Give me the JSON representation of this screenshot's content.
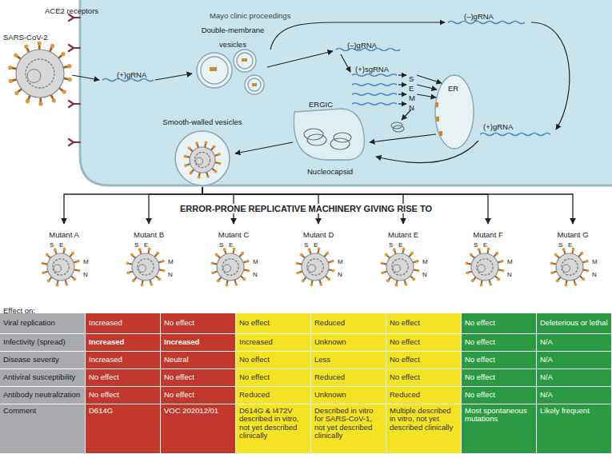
{
  "diagram": {
    "nodes": [
      {
        "text": [
          "Smooth-walled vesicles"
        ]
      },
      {
        "text": [
          "Mutant A",
          "S",
          "E",
          "M",
          "N"
        ]
      },
      {
        "text": [
          "Mutant B",
          "S",
          "E",
          "M",
          "N"
        ]
      },
      {
        "text": [
          "Mutant C",
          "S",
          "E",
          "M",
          "N"
        ]
      },
      {
        "text": [
          "Mutant D",
          "S",
          "E",
          "M",
          "N"
        ]
      },
      {
        "text": [
          "Mutant E",
          "S",
          "E",
          "M",
          "N"
        ]
      },
      {
        "text": [
          "Mutant F",
          "S",
          "E",
          "M",
          "N"
        ]
      },
      {
        "text": [
          "Mutant G",
          "S",
          "E",
          "M",
          "N"
        ]
      }
    ],
    "edges": [
      {
        "from": 0,
        "to": 1,
        "arrow": "to"
      },
      {
        "from": 0,
        "to": 2,
        "arrow": "to"
      },
      {
        "from": 0,
        "to": 3,
        "arrow": "to"
      },
      {
        "from": 0,
        "to": 4,
        "arrow": "to"
      },
      {
        "from": 0,
        "to": 5,
        "arrow": "to"
      },
      {
        "from": 0,
        "to": 6,
        "arrow": "to"
      },
      {
        "from": 0,
        "to": 7,
        "arrow": "to"
      }
    ],
    "labels": [
      "SARS-CoV-2",
      "ACE2 receptors",
      "Mayo clinic proceedings",
      "Double-membrane vesicles",
      "(–)gRNA",
      "(–)gRNA",
      "(+)gRNA",
      "(+)sgRNA",
      "S",
      "E",
      "M",
      "N",
      "ER",
      "ERGIC",
      "(+)gRNA",
      "Nucleocapsid",
      "ERROR-PRONE REPLICATIVE MACHINERY GIVING RISE TO",
      "Effect on:",
      "Viral replication",
      "Increased",
      "No effect",
      "No effect",
      "Reduced",
      "No effect",
      "No effect",
      "Deleterious or lethal",
      "Infectivity (spread)",
      "Increased",
      "Increased",
      "Increased",
      "Unknown",
      "No effect",
      "No effect",
      "N/A",
      "Disease severity",
      "Increased",
      "Neutral",
      "No effect",
      "Less",
      "No effect",
      "No effect",
      "N/A",
      "Antiviral susceptibility",
      "No effect",
      "No effect",
      "No effect",
      "Reduced",
      "No effect",
      "No effect",
      "N/A",
      "Antibody neutralization",
      "No effect",
      "No effect",
      "Reduced",
      "Unknown",
      "Reduced",
      "No effect",
      "N/A",
      "Comment",
      "D614G",
      "VOC 202012/01",
      "D614G & I472V described in vitro, not yet described clinically",
      "Described in vitro for SARS-CoV-1, not yet described clinically",
      "Multiple described in vitro, not yet described clinically",
      "Most spontaneous mutations",
      "Likely frequent"
    ]
  }
}
